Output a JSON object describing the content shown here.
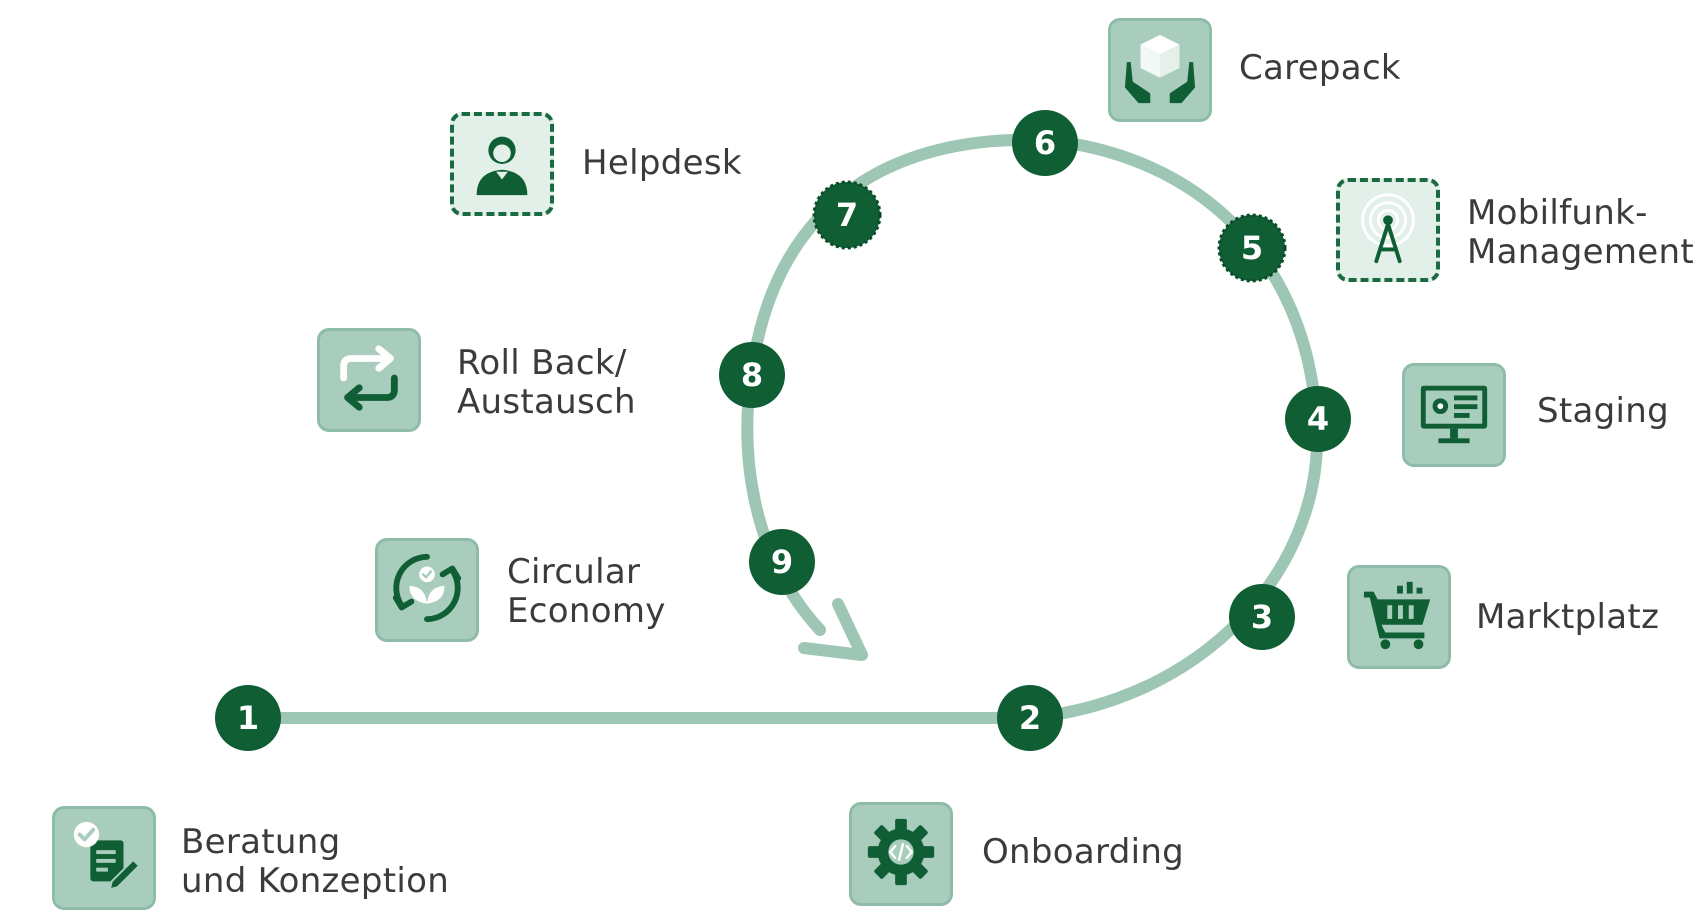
{
  "colors": {
    "track": "#9dc6b4",
    "node": "#0f5e34",
    "node_text": "#ffffff",
    "tile": "#a9cdbd",
    "tile_dashed": "#e3efe9",
    "icon": "#0f5e34",
    "label": "#3b3b3b"
  },
  "steps": [
    {
      "number": "1",
      "icon": "document-check-pen-icon",
      "label_lines": [
        "Beratung",
        "und Konzeption"
      ]
    },
    {
      "number": "2",
      "icon": "gear-code-icon",
      "label_lines": [
        "Onboarding"
      ]
    },
    {
      "number": "3",
      "icon": "shopping-cart-icon",
      "label_lines": [
        "Marktplatz"
      ]
    },
    {
      "number": "4",
      "icon": "monitor-settings-icon",
      "label_lines": [
        "Staging"
      ]
    },
    {
      "number": "5",
      "icon": "radio-tower-icon",
      "label_lines": [
        "Mobilfunk-",
        "Management"
      ],
      "dashed": true
    },
    {
      "number": "6",
      "icon": "hands-box-icon",
      "label_lines": [
        "Carepack"
      ]
    },
    {
      "number": "7",
      "icon": "user-headset-icon",
      "label_lines": [
        "Helpdesk"
      ],
      "dashed": true
    },
    {
      "number": "8",
      "icon": "exchange-arrows-icon",
      "label_lines": [
        "Roll Back/",
        "Austausch"
      ]
    },
    {
      "number": "9",
      "icon": "recycle-leaf-icon",
      "label_lines": [
        "Circular",
        "Economy"
      ]
    }
  ]
}
